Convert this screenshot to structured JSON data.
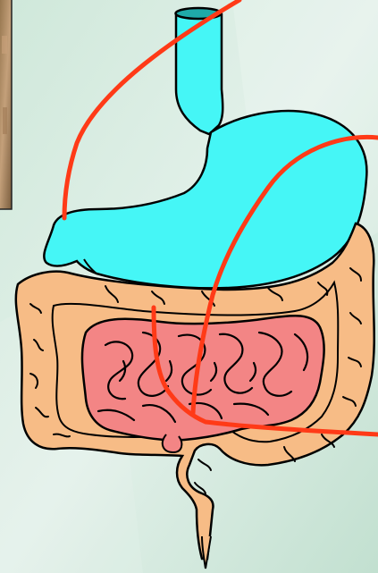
{
  "slide": {
    "background_colors": [
      "#cfe8da",
      "#e3f1ea",
      "#b9dccb"
    ]
  },
  "photo_thumbnail": {
    "colors": [
      "#9b7c52",
      "#c09a73",
      "#7f6243"
    ]
  },
  "organs": [
    {
      "id": "esophagus",
      "fill": "#45f6f6"
    },
    {
      "id": "stomach",
      "fill": "#45f6f6"
    },
    {
      "id": "large-intestine",
      "fill": "#f7bc86"
    },
    {
      "id": "small-intestine",
      "fill": "#f38585"
    },
    {
      "id": "rectum",
      "fill": "#f7bc86"
    }
  ],
  "pointer_lines": {
    "count": 4,
    "color": "#ff3a17"
  },
  "outline_color": "#000000"
}
